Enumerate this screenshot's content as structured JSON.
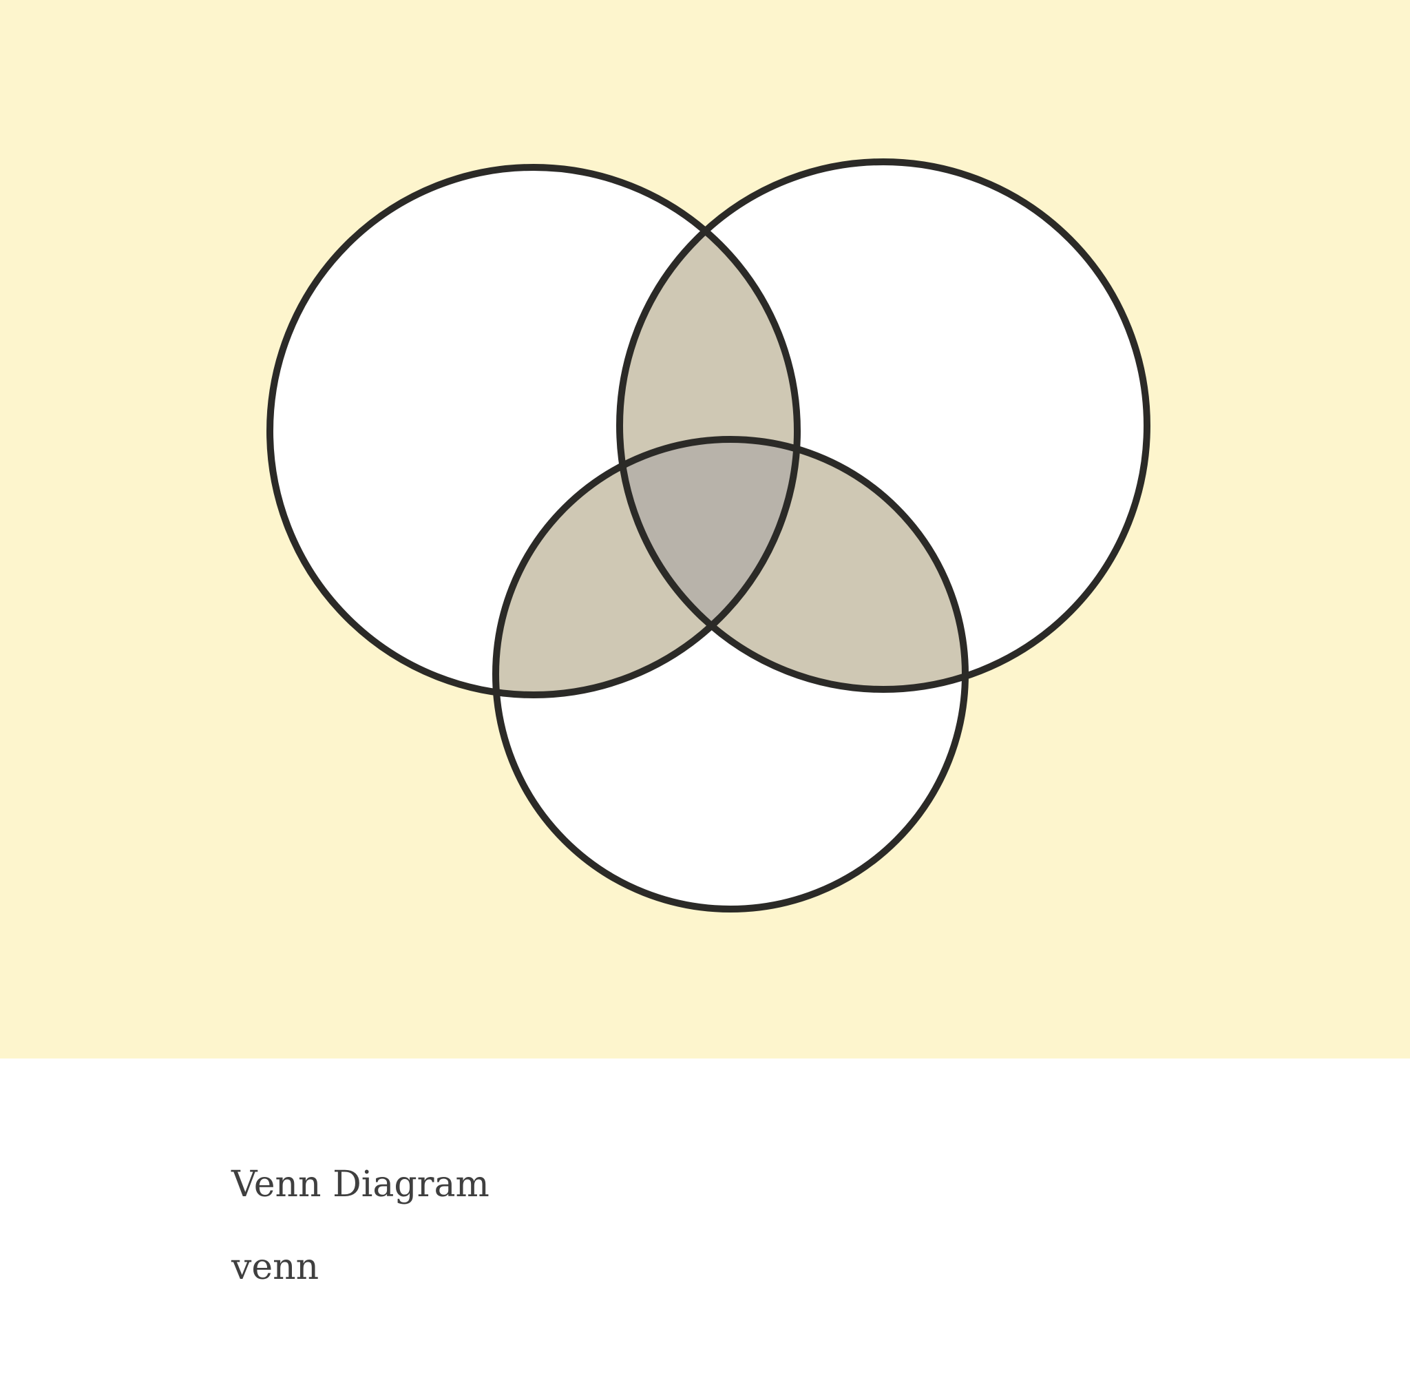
{
  "caption": {
    "title": "Venn Diagram",
    "subtitle": "venn"
  },
  "colors": {
    "canvas_background": "#fdf5cd",
    "caption_background": "#ffffff",
    "circle_fill": "#ffffff",
    "pair_overlap": "#cfc8b4",
    "triple_overlap": "#b8b3aa",
    "outline": "#2b2a27",
    "caption_text": "#3f3f3f"
  },
  "diagram": {
    "type": "venn",
    "set_count": 3
  }
}
